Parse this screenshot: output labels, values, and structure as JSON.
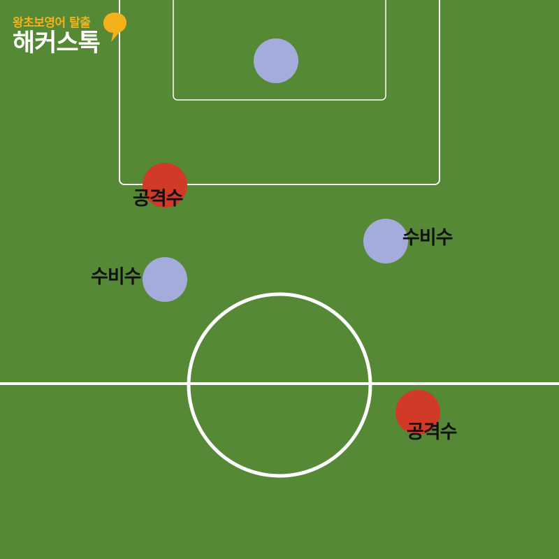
{
  "logo": {
    "tagline": "왕초보영어 탈출",
    "name": "해커스톡",
    "icon": "speech-bubble-icon"
  },
  "colors": {
    "pitch": "#558935",
    "lines": "#ffffff",
    "attacker": "#d13a27",
    "defender": "#a3acdb",
    "logo_accent": "#f3b21a"
  },
  "players": [
    {
      "id": "goalkeeper",
      "role": "defender",
      "label": ""
    },
    {
      "id": "attacker-1",
      "role": "attacker",
      "label": "공격수"
    },
    {
      "id": "defender-1",
      "role": "defender",
      "label": "수비수"
    },
    {
      "id": "defender-2",
      "role": "defender",
      "label": "수비수"
    },
    {
      "id": "attacker-2",
      "role": "attacker",
      "label": "공격수"
    }
  ]
}
